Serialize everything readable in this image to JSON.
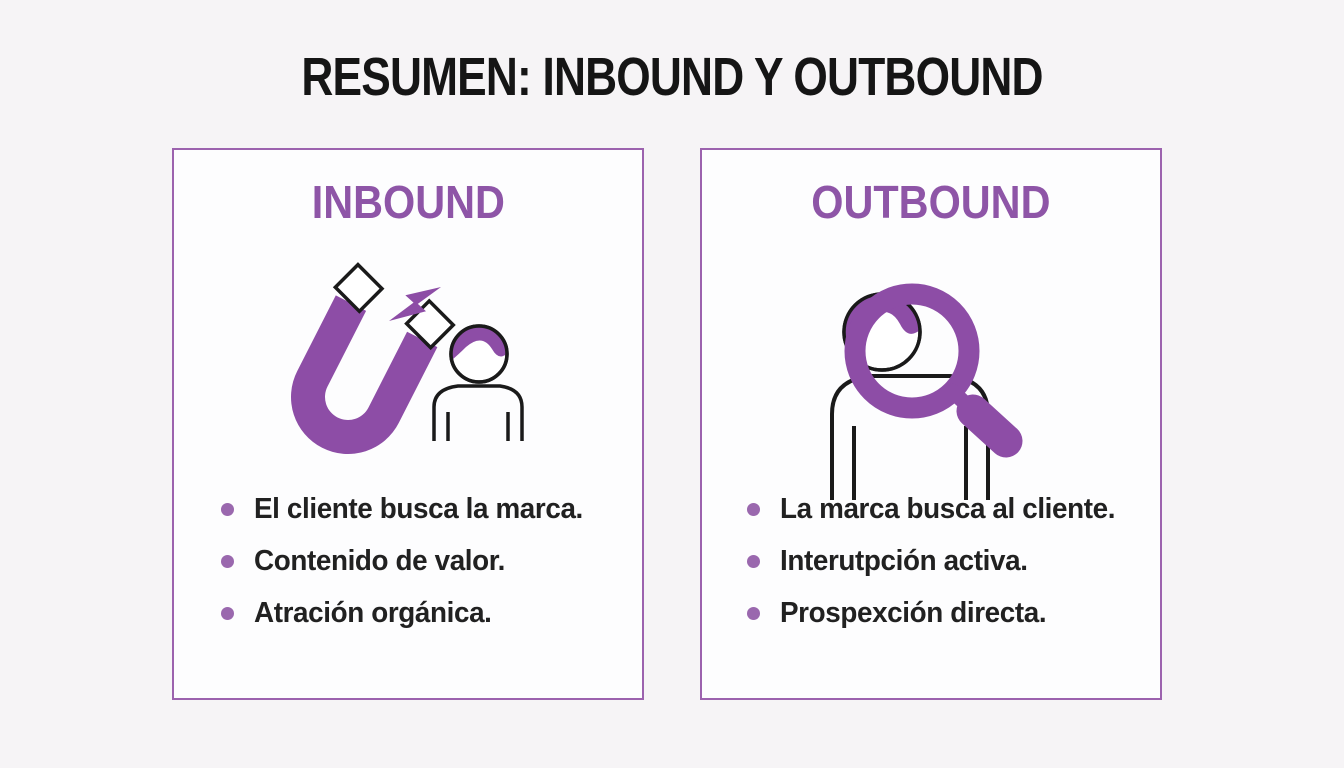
{
  "title": "RESUMEN: INBOUND Y OUTBOUND",
  "colors": {
    "accent": "#8d4da6",
    "heading": "#8e55a7",
    "card_border": "#9c62ae",
    "bullet_dot": "#9a68ae",
    "text": "#212121",
    "page_bg": "#f6f4f6",
    "card_bg": "#fdfdfe",
    "ink": "#1a1a1a",
    "title_color": "#151515"
  },
  "cards": [
    {
      "id": "inbound",
      "heading": "INBOUND",
      "icon": "magnet-attracting-person-icon",
      "bullets": [
        "El cliente busca la marca.",
        "Contenido de valor.",
        "Atración orgánica."
      ]
    },
    {
      "id": "outbound",
      "heading": "OUTBOUND",
      "icon": "magnifier-searching-person-icon",
      "bullets": [
        "La marca busca al cliente.",
        "Interutpción activa.",
        "Prospexción directa."
      ]
    }
  ]
}
